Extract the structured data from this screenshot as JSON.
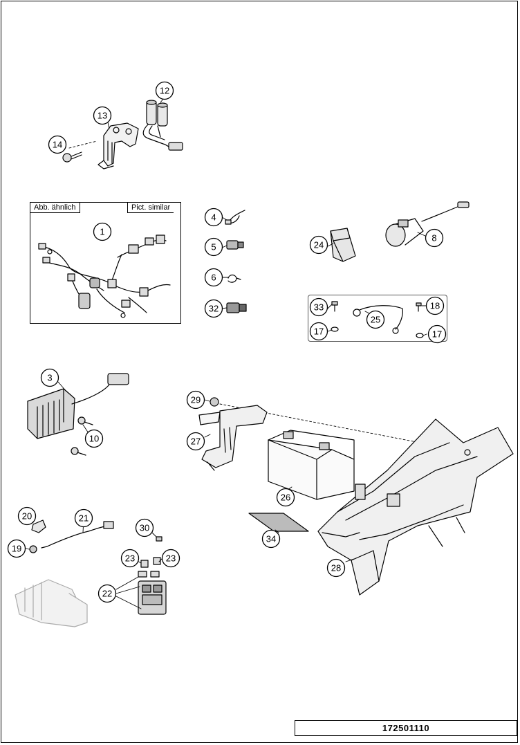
{
  "diagram": {
    "inset_label_de": "Abb. ähnlich",
    "inset_label_en": "Pict. similar",
    "document_number": "172501110"
  },
  "callouts": [
    {
      "id": "c1",
      "label": "1"
    },
    {
      "id": "c3",
      "label": "3"
    },
    {
      "id": "c4",
      "label": "4"
    },
    {
      "id": "c5",
      "label": "5"
    },
    {
      "id": "c6",
      "label": "6"
    },
    {
      "id": "c8",
      "label": "8"
    },
    {
      "id": "c10",
      "label": "10"
    },
    {
      "id": "c12",
      "label": "12"
    },
    {
      "id": "c13",
      "label": "13"
    },
    {
      "id": "c14",
      "label": "14"
    },
    {
      "id": "c17a",
      "label": "17"
    },
    {
      "id": "c17b",
      "label": "17"
    },
    {
      "id": "c18",
      "label": "18"
    },
    {
      "id": "c19",
      "label": "19"
    },
    {
      "id": "c20",
      "label": "20"
    },
    {
      "id": "c21",
      "label": "21"
    },
    {
      "id": "c22",
      "label": "22"
    },
    {
      "id": "c23a",
      "label": "23"
    },
    {
      "id": "c23b",
      "label": "23"
    },
    {
      "id": "c24",
      "label": "24"
    },
    {
      "id": "c25",
      "label": "25"
    },
    {
      "id": "c26",
      "label": "26"
    },
    {
      "id": "c27",
      "label": "27"
    },
    {
      "id": "c28",
      "label": "28"
    },
    {
      "id": "c29",
      "label": "29"
    },
    {
      "id": "c30",
      "label": "30"
    },
    {
      "id": "c32",
      "label": "32"
    },
    {
      "id": "c33",
      "label": "33"
    },
    {
      "id": "c34",
      "label": "34"
    }
  ]
}
